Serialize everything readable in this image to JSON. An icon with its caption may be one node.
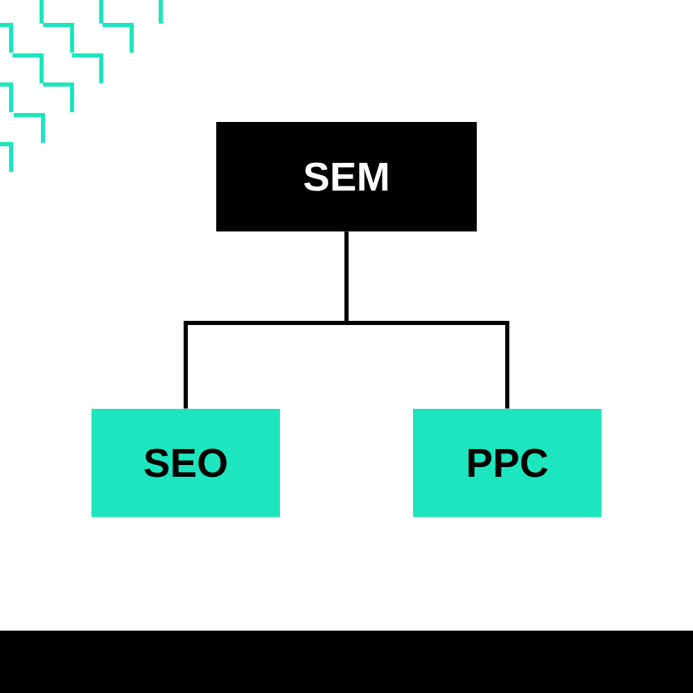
{
  "diagram": {
    "nodes": [
      {
        "text": [
          "SEM"
        ]
      },
      {
        "text": [
          "SEO"
        ]
      },
      {
        "text": [
          "PPC"
        ]
      }
    ],
    "edges": [
      {
        "from": 0,
        "to": 1,
        "arrow": "none"
      },
      {
        "from": 0,
        "to": 2,
        "arrow": "none"
      }
    ]
  }
}
